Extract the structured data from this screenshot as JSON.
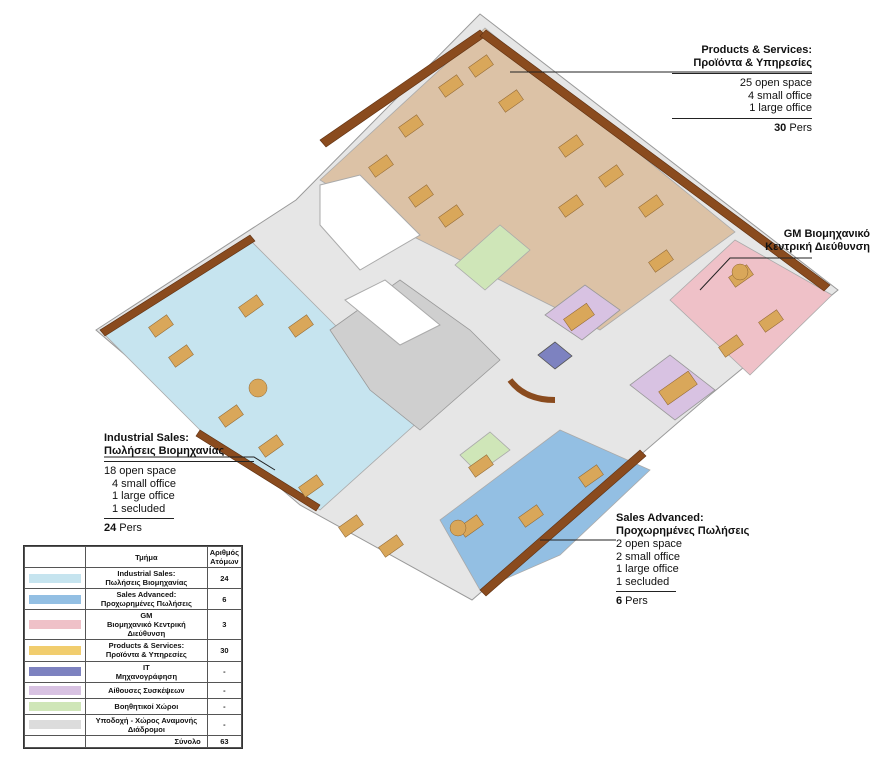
{
  "colors": {
    "industrial": "#c6e4ef",
    "sales": "#93bfe3",
    "gm": "#efc1c8",
    "products": "#dcc2a6",
    "it": "#7d82c0",
    "meeting": "#d8c2e2",
    "auxiliary": "#cfe6b8",
    "circulation": "#dcdcdc",
    "wall": "#e8e8e8",
    "wood": "#8a4b1e",
    "desk": "#d9a75a"
  },
  "callouts": {
    "products": {
      "title1": "Products & Services:",
      "title2": "Προϊόντα & Υπηρεσίες",
      "lines": [
        "25 open space",
        "4 small office",
        "1 large office"
      ],
      "total_num": "30",
      "total_unit": " Pers"
    },
    "gm": {
      "title1": "GM Βιομηχανικό",
      "title2": "Κεντρική Διεύθυνση"
    },
    "industrial": {
      "title1": "Industrial Sales:",
      "title2": "Πωλήσεις Βιομηχανίας",
      "lines": [
        "18 open space",
        "4 small office",
        "1 large office",
        "1 secluded"
      ],
      "total_num": "24",
      "total_unit": " Pers"
    },
    "sales": {
      "title1": "Sales Advanced:",
      "title2": "Προχωρημένες Πωλήσεις",
      "lines": [
        "2 open space",
        "2 small office",
        "1 large office",
        "1 secluded"
      ],
      "total_num": "6",
      "total_unit": " Pers"
    }
  },
  "legend": {
    "header_dept": "Τμήμα",
    "header_count": "Αριθμός Ατόμων",
    "rows": [
      {
        "name": "Industrial Sales:\nΠωλήσεις Βιομηχανίας",
        "count": "24",
        "color": "#c6e4ef"
      },
      {
        "name": "Sales Advanced:\nΠροχωρημένες Πωλήσεις",
        "count": "6",
        "color": "#93bfe3"
      },
      {
        "name": "GM\nΒιομηχανικό Κεντρική Διεύθυνση",
        "count": "3",
        "color": "#efc1c8"
      },
      {
        "name": "Products & Services:\nΠροϊόντα & Υπηρεσίες",
        "count": "30",
        "color": "#f1cd6e"
      },
      {
        "name": "IT\nΜηχανογράφηση",
        "count": "-",
        "color": "#7d82c0"
      },
      {
        "name": "Αίθουσες Συσκέψεων",
        "count": "-",
        "color": "#d8c2e2"
      },
      {
        "name": "Βοηθητικοί Χώροι",
        "count": "-",
        "color": "#cfe6b8"
      },
      {
        "name": "Υποδοχή - Χώρος Αναμονής\nΔιάδρομοι",
        "count": "-",
        "color": "#dcdcdc"
      }
    ],
    "total_label": "Σύνολο",
    "total_value": "63"
  }
}
